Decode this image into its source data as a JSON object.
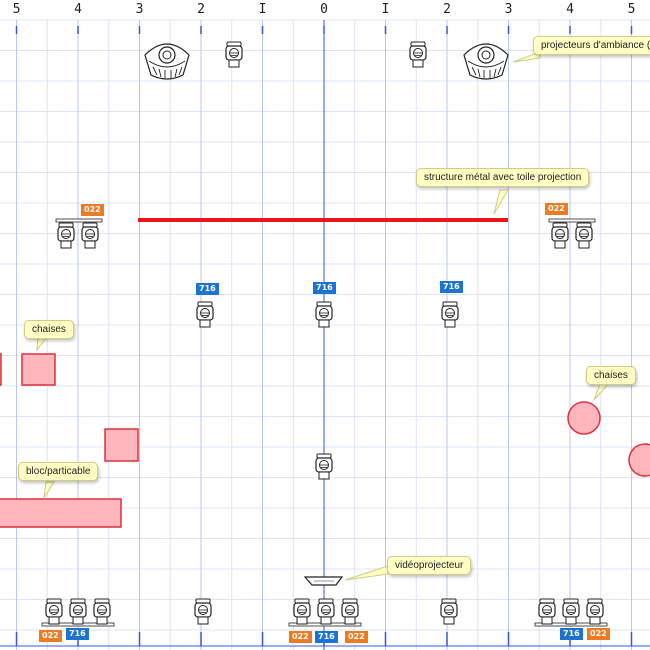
{
  "ruler": {
    "labels": [
      "5",
      "4",
      "3",
      "2",
      "I",
      "0",
      "I",
      "2",
      "3",
      "4",
      "5"
    ]
  },
  "annotations": {
    "ambiance": "projecteurs d'ambiance (",
    "structure": "structure métal avec toile projection",
    "chaises_left": "chaises",
    "chaises_right": "chaises",
    "bloc": "bloc/particable",
    "videoprojecteur": "vidéoprojecteur"
  },
  "badges": {
    "b022": "022",
    "b716": "716"
  },
  "colors": {
    "grid_minor": "#dde4f5",
    "axis_blue": "#3355ee",
    "truss_red": "#e8161b",
    "chair_fill": "#ffb7bd",
    "chair_stroke": "#e0303d",
    "badge_blue": "#1c73d1",
    "badge_orange": "#ee7b22",
    "callout_bg": "#ffffc4"
  },
  "icons": [
    "ambiance-projector-icon",
    "spotlight-icon",
    "video-projector-icon"
  ]
}
